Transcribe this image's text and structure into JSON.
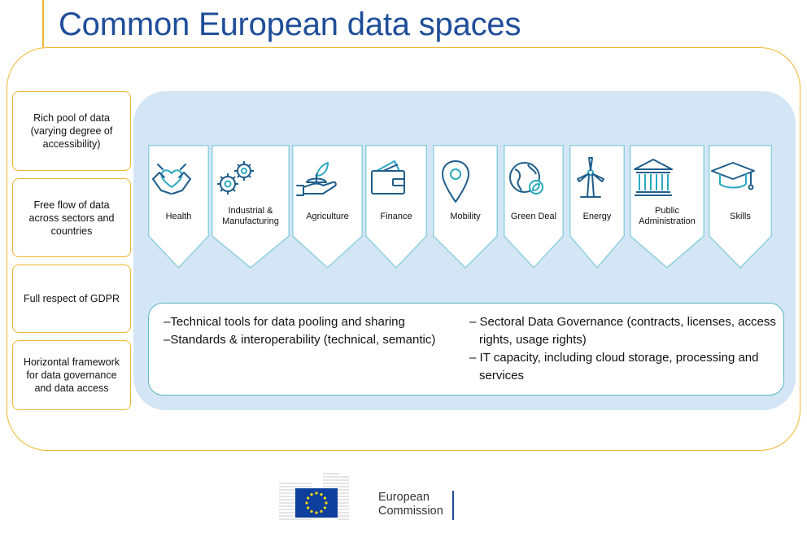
{
  "title": "Common European data spaces",
  "left_boxes": [
    {
      "text": "Rich pool of data (varying degree of accessibility)"
    },
    {
      "text": "Free flow of data across sectors and countries"
    },
    {
      "text": "Full respect of GDPR"
    },
    {
      "text": "Horizontal framework for data governance and data access"
    }
  ],
  "sectors": [
    {
      "label": "Health",
      "icon": "health-hands-heart-icon"
    },
    {
      "label": "Industrial & Manufacturing",
      "icon": "gears-icon"
    },
    {
      "label": "Agriculture",
      "icon": "plant-in-hand-icon"
    },
    {
      "label": "Finance",
      "icon": "wallet-icon"
    },
    {
      "label": "Mobility",
      "icon": "location-pin-icon"
    },
    {
      "label": "Green Deal",
      "icon": "globe-leaf-icon"
    },
    {
      "label": "Energy",
      "icon": "wind-turbine-icon"
    },
    {
      "label": "Public Administration",
      "icon": "government-building-icon"
    },
    {
      "label": "Skills",
      "icon": "graduation-cap-icon"
    }
  ],
  "bottom": {
    "left": [
      "Technical tools for data pooling and sharing",
      "Standards & interoperability (technical, semantic)"
    ],
    "right": [
      "Sectoral Data Governance (contracts, licenses, access rights, usage rights)",
      "IT capacity, including cloud storage, processing and services"
    ]
  },
  "footer": {
    "line1": "European",
    "line2": "Commission"
  },
  "colors": {
    "title": "#1f4e99",
    "gold_border": "#f2b731",
    "panel": "#d4e6f6",
    "teal": "#58b6c4",
    "eu_blue": "#0e3f9c",
    "eu_star": "#ffdd00"
  }
}
